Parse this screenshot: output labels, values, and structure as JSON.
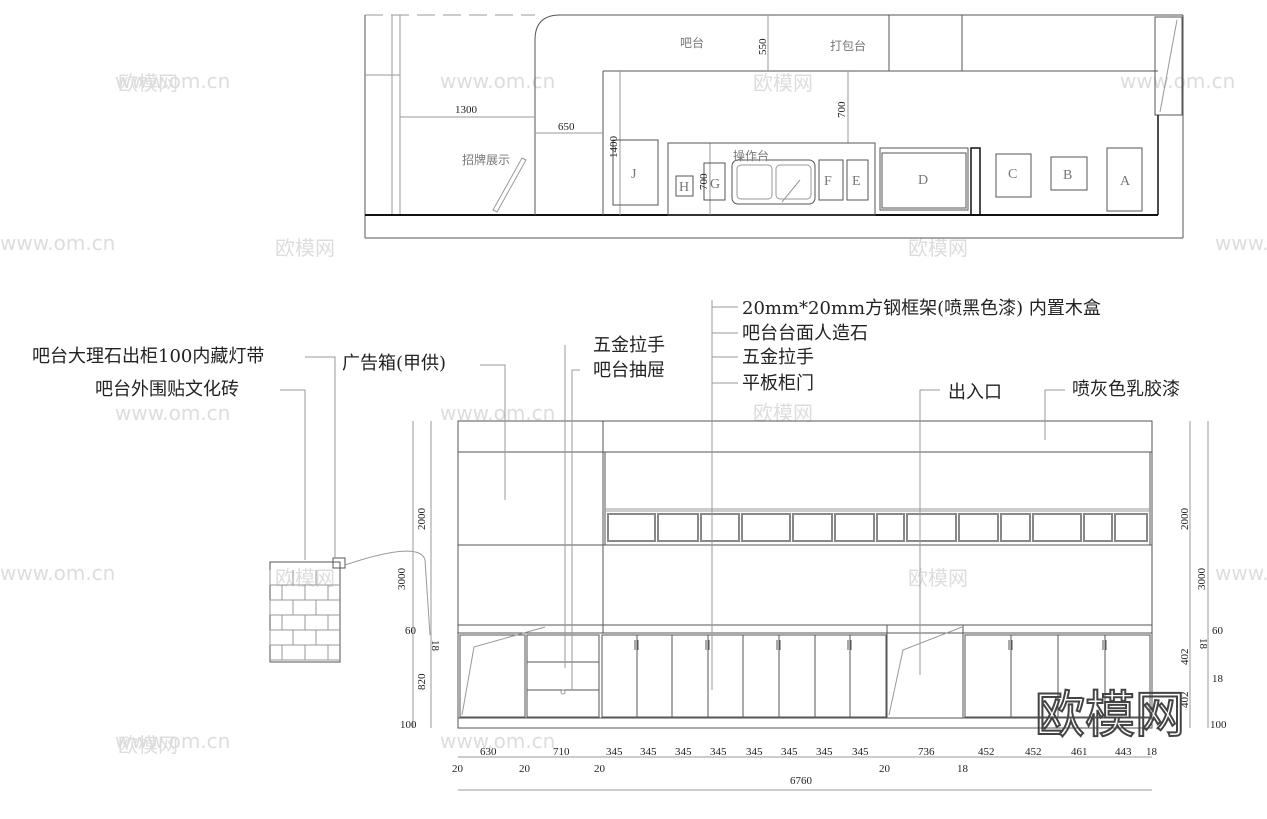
{
  "plan": {
    "labels": {
      "bar": "吧台",
      "packing": "打包台",
      "operation": "操作台",
      "sign": "招牌展示"
    },
    "dims": {
      "d550": "550",
      "d700a": "700",
      "d1300": "1300",
      "d650": "650",
      "d1400": "1400",
      "d700b": "700"
    },
    "letters": [
      "A",
      "B",
      "C",
      "D",
      "E",
      "F",
      "G",
      "H",
      "J"
    ]
  },
  "elevation": {
    "callouts": {
      "marble": "吧台大理石出柜100内藏灯带",
      "tile": "吧台外围贴文化砖",
      "adbox": "广告箱(甲供)",
      "handle1": "五金拉手",
      "drawer": "吧台抽屉",
      "frame": "20mm*20mm方钢框架(喷黑色漆) 内置木盒",
      "stone": "吧台台面人造石",
      "handle2": "五金拉手",
      "door": "平板柜门",
      "entrance": "出入口",
      "paint": "喷灰色乳胶漆"
    },
    "left_dims": [
      "2000",
      "3000",
      "60",
      "18",
      "820",
      "100"
    ],
    "right_dims": [
      "2000",
      "3000",
      "18",
      "60",
      "402",
      "18",
      "402",
      "100"
    ],
    "bottom_widths": [
      "630",
      "710",
      "345",
      "345",
      "345",
      "345",
      "345",
      "345",
      "345",
      "345",
      "736",
      "452",
      "452",
      "461",
      "443",
      "18"
    ],
    "bottom_gaps": [
      "20",
      "20",
      "20",
      "20",
      "18"
    ],
    "total": "6760"
  },
  "watermarks": {
    "site": "www.om.cn",
    "brand": "欧模网"
  },
  "colors": {
    "line": "#555555",
    "light": "#999999",
    "text": "#222222"
  }
}
